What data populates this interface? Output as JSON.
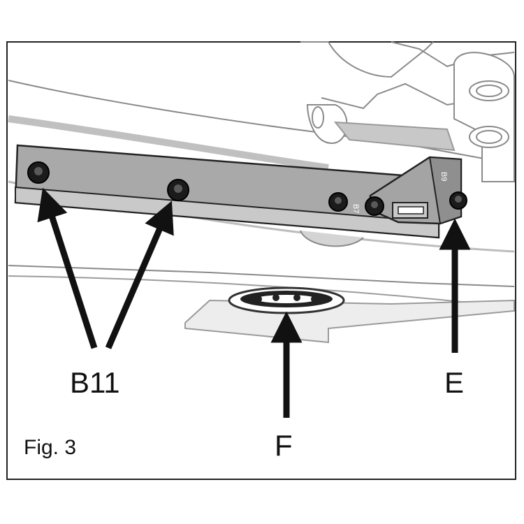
{
  "figure": {
    "caption": "Fig. 3",
    "callouts": {
      "b11": "B11",
      "e": "E",
      "f": "F"
    },
    "part_marks": {
      "b7": "B7",
      "b9": "B9"
    }
  }
}
